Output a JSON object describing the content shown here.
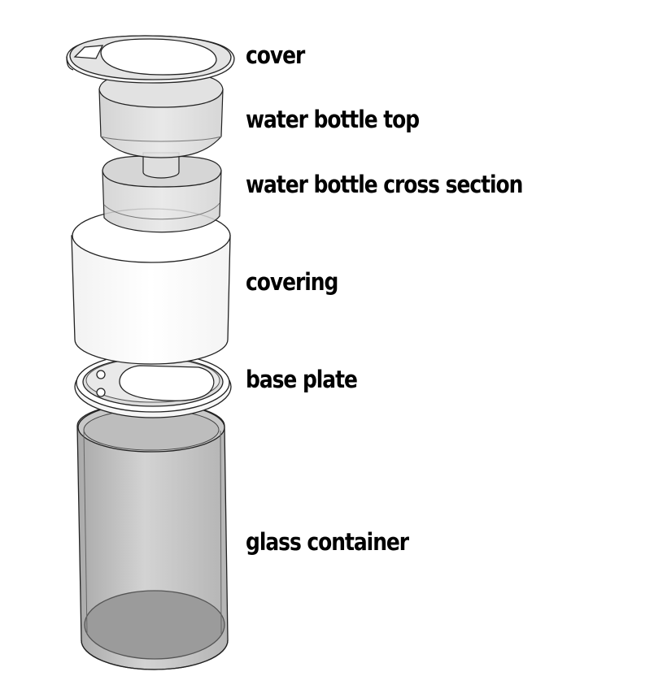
{
  "labels": {
    "cover": "cover",
    "water_bottle_top": "water bottle top",
    "water_bottle_cross_section": "water bottle cross section",
    "covering": "covering",
    "base_plate": "base plate",
    "glass_container": "glass container"
  },
  "colors": {
    "line": "#222222",
    "glass_fill": "#c4c4c4",
    "glass_dark": "#9a9a9a",
    "bottle_fill": "#dcdcdc",
    "white": "#ffffff"
  }
}
